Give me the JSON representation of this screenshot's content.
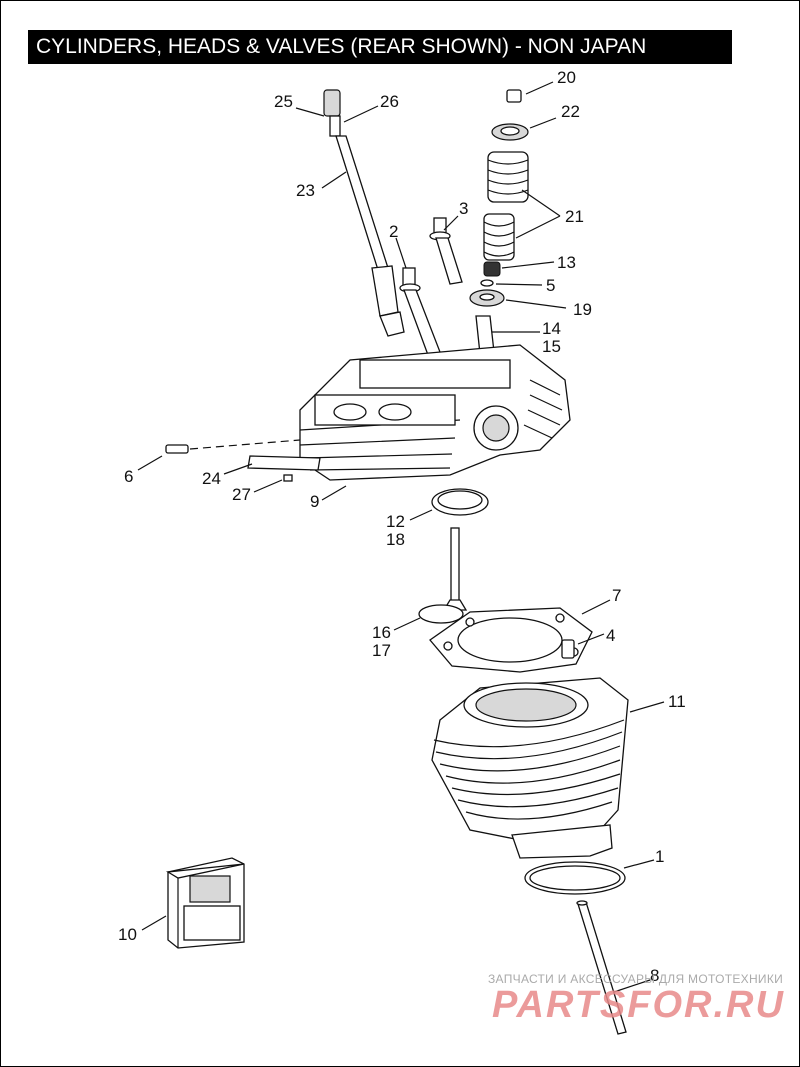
{
  "title": "CYLINDERS, HEADS & VALVES (REAR SHOWN) - NON JAPAN",
  "callouts": {
    "c1": "1",
    "c2": "2",
    "c3": "3",
    "c4": "4",
    "c5": "5",
    "c6": "6",
    "c7": "7",
    "c8": "8",
    "c9": "9",
    "c10": "10",
    "c11": "11",
    "c12": "12",
    "c13": "13",
    "c14": "14",
    "c15": "15",
    "c16": "16",
    "c17": "17",
    "c18": "18",
    "c19": "19",
    "c20": "20",
    "c21": "21",
    "c22": "22",
    "c23": "23",
    "c24": "24",
    "c25": "25",
    "c26": "26",
    "c27": "27"
  },
  "watermark": {
    "tagline": "ЗАПЧАСТИ И АКСЕССУАРЫ ДЛЯ МОТОТЕХНИКИ",
    "logo": "PARTSFOR.RU"
  }
}
